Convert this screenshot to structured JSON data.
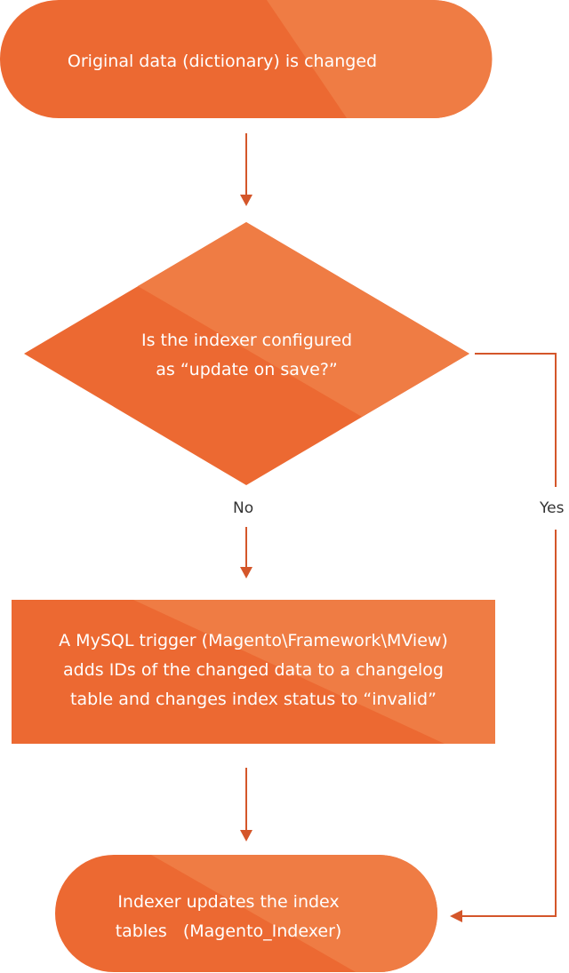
{
  "colors": {
    "shape_dark": "#ec6932",
    "shape_light": "#ef7c44",
    "arrow": "#d4562a",
    "text_on_shape": "#ffffff",
    "edge_label": "#333333"
  },
  "nodes": {
    "start": {
      "text": "Original data (dictionary) is changed"
    },
    "decision": {
      "line1": "Is the indexer configured",
      "line2": "as “update on save?”"
    },
    "process": {
      "line1": "A MySQL trigger (Magento\\Framework\\MView)",
      "line2": "adds IDs of the changed data to a changelog",
      "line3": "table and changes index status to “invalid”"
    },
    "end": {
      "line1": "Indexer updates the index",
      "line2": "tables   (Magento_Indexer)"
    }
  },
  "edges": {
    "no_label": "No",
    "yes_label": "Yes"
  }
}
